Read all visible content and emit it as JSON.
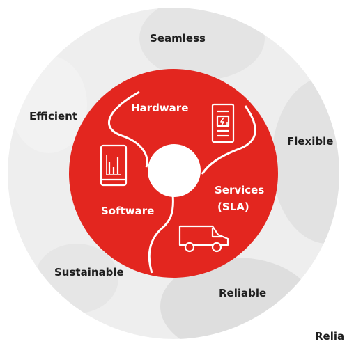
{
  "colors": {
    "accent": "#e3261f",
    "ring": "#eeeeee",
    "ring_shade": "#d9d9d9",
    "text_dark": "#1f1f1f",
    "text_light": "#ffffff"
  },
  "outer_ring": {
    "labels": {
      "seamless": "Seamless",
      "efficient": "Efficient",
      "flexible": "Flexible",
      "sustainable": "Sustainable",
      "reliable": "Reliable"
    }
  },
  "inner_ring": {
    "hardware": {
      "label": "Hardware",
      "icon": "server-cabinet-icon"
    },
    "software": {
      "label": "Software",
      "icon": "tablet-chart-icon"
    },
    "services": {
      "label_line1": "Services",
      "label_line2": "(SLA)",
      "icon": "service-van-icon"
    }
  },
  "edge_text": "Relia"
}
